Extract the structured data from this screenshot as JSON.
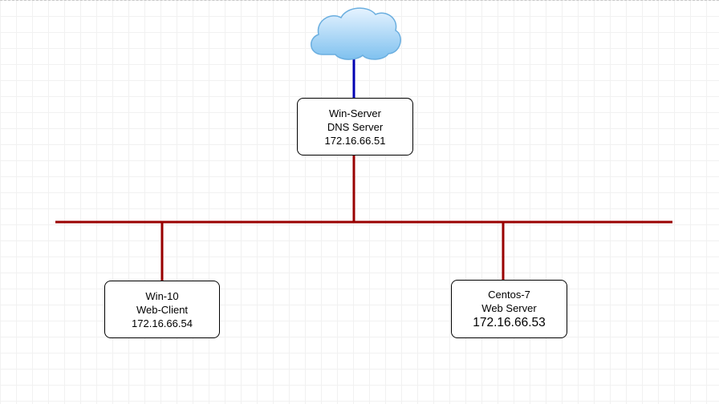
{
  "colors": {
    "lan_link": "#990000",
    "internet_link": "#0000b3",
    "cloud_fill_top": "#e6f3ff",
    "cloud_fill_bottom": "#7fc1ef",
    "cloud_stroke": "#6aaedf"
  },
  "cloud": {
    "icon": "cloud-icon"
  },
  "nodes": {
    "win_server": {
      "name": "Win-Server",
      "role": "DNS Server",
      "ip": "172.16.66.51"
    },
    "win10": {
      "name": "Win-10",
      "role": "Web-Client",
      "ip": "172.16.66.54"
    },
    "centos": {
      "name": "Centos-7",
      "role": "Web Server",
      "ip": "172.16.66.53"
    }
  }
}
